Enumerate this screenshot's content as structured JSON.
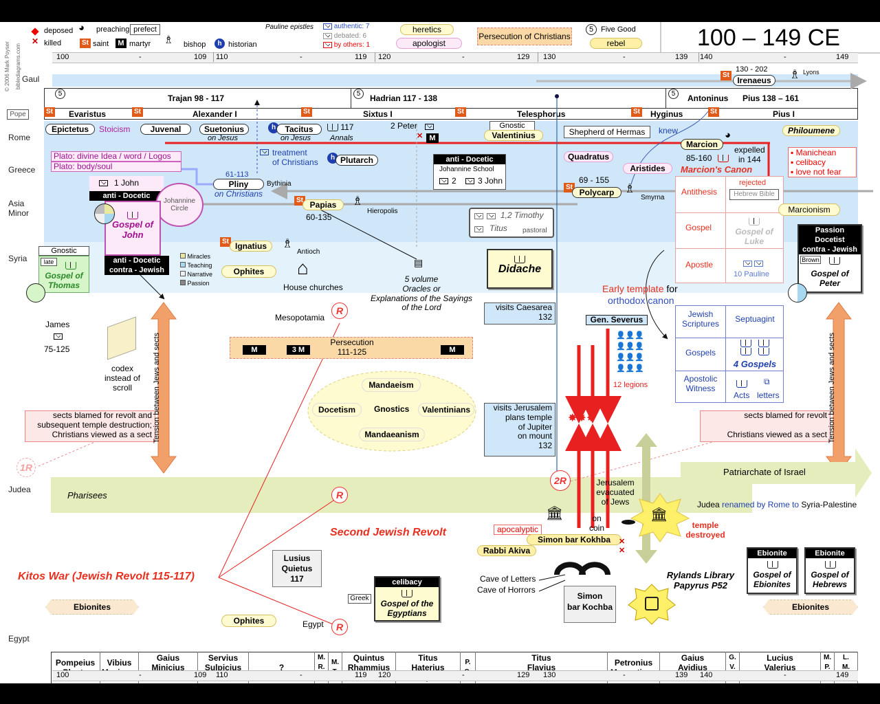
{
  "header": {
    "copyright": "© 2006 Mark Poyser",
    "site": "biblediagrams.com",
    "title": "100 – 149 CE"
  },
  "legend": {
    "deposed": "deposed",
    "killed": "killed",
    "preaching": "preaching",
    "prefect": "prefect",
    "saint": "saint",
    "martyr": "martyr",
    "bishop": "bishop",
    "historian": "historian",
    "pauline_epistles": "Pauline epistles",
    "authentic": "authentic: 7",
    "debated": "debated:  6",
    "by_others": "by others: 1",
    "heretics": "heretics",
    "apologist": "apologist",
    "persecution": "Persecution of Christians",
    "five_good_num": "5",
    "five_good": "Five Good",
    "rebel": "rebel"
  },
  "ruler": [
    "100",
    "109",
    "110",
    "119",
    "120",
    "129",
    "130",
    "139",
    "140",
    "149"
  ],
  "ruler_dash": "-",
  "regions": [
    "Gaul",
    "Pope",
    "Rome",
    "Greece",
    "Asia\nMinor",
    "Syria",
    "Judea",
    "Egypt"
  ],
  "emperors": [
    {
      "num": "5",
      "name": "Trajan 98 - 117"
    },
    {
      "num": "5",
      "name": "Hadrian 117 - 138"
    },
    {
      "num": "5",
      "name": "Antoninus"
    },
    {
      "num": "",
      "name": "Pius   138 – 161"
    }
  ],
  "popes": [
    "Evaristus",
    "Alexander I",
    "Sixtus I",
    "Telesphorus",
    "Hyginus",
    "Pius I"
  ],
  "st": "St",
  "m": "M",
  "r": "R",
  "h": "h",
  "gaul": {
    "irenaeus": "Irenaeus",
    "irenaeus_dates": "130 - 202",
    "lyons": "Lyons"
  },
  "rome": {
    "epictetus": "Epictetus",
    "stoicism": "Stoicism",
    "juvenal": "Juvenal",
    "suetonius": "Suetonius",
    "on_jesus": "on Jesus",
    "tacitus": "Tacitus",
    "tacitus_on": "on Jesus",
    "annals_num": "117",
    "annals": "Annals",
    "peter2": "2 Peter",
    "gnostic": "Gnostic",
    "valentinius": "Valentinius",
    "shepherd": "Shepherd of Hermas",
    "knew": "knew",
    "marcion": "Marcion",
    "philoumene": "Philoumene",
    "expelled": "expelled\nin 144"
  },
  "greece": {
    "plato1": "Plato: divine Idea / word / Logos",
    "plato2": "Plato: body/soul",
    "treatment": "treatment\nof Christians",
    "plutarch": "Plutarch",
    "anti_docetic": "anti - Docetic",
    "johannine_school": "Johannine School",
    "j2": "2",
    "j3": "3 John",
    "quadratus": "Quadratus",
    "aristides": "Aristides",
    "marcion_dates": "85-160",
    "marcions_canon": "Marcion's Canon",
    "manichean": "▪ Manichean",
    "celibacy": "▪ celibacy",
    "love": "▪ love not fear"
  },
  "asia": {
    "john1": "1 John",
    "anti_docetic": "anti - Docetic",
    "johannine_circle": "Johannine\nCircle",
    "gospel_john": "Gospel of\nJohn",
    "pliny_dates": "61-113",
    "pliny": "Pliny",
    "bythinia": "Bythinia",
    "on_christians": "on Christians",
    "papias": "Papias",
    "papias_dates": "60-135",
    "hieropolis": "Hieropolis",
    "timothy": "1,2 Timothy",
    "titus": "Titus",
    "pastoral": "pastoral",
    "polycarp_dates": "69 - 155",
    "polycarp": "Polycarp",
    "smyrna": "Smyrna",
    "antithesis": "Antithesis",
    "rejected": "rejected",
    "hebrew_bible": "Hebrew Bible",
    "gospel": "Gospel",
    "gospel_luke": "Gospel of\nLuke",
    "apostle": "Apostle",
    "pauline10": "10 Pauline",
    "marcionism": "Marcionism"
  },
  "syria": {
    "gnostic": "Gnostic",
    "late": "late",
    "gospel_thomas": "Gospel of\nThomas",
    "anti_docetic": "anti - Docetic",
    "contra_jewish": "contra - Jewish",
    "miracles": "Miracles",
    "teaching": "Teaching",
    "narrative": "Narrative",
    "passion": "Passion",
    "ignatius": "Ignatius",
    "antioch": "Antioch",
    "ophites": "Ophites",
    "house_churches": "House churches",
    "oracles": "5 volume\nOracles or\nExplanations of the Sayings\nof the Lord",
    "didache": "Didache",
    "passion_hdr": "Passion",
    "docetist": "Docetist",
    "contra_jewish2": "contra - Jewish",
    "brown": "Brown",
    "gospel_peter": "Gospel of\nPeter",
    "early_template": "Early template",
    "for": " for",
    "orthodox_canon": "orthodox canon"
  },
  "middle": {
    "james": "James",
    "james_dates": "75-125",
    "codex": "codex\ninstead of\nscroll",
    "mesopotamia": "Mesopotamia",
    "persecution": "Persecution\n111-125",
    "m3": "3 M",
    "visits_caesarea": "visits Caesarea\n132",
    "gen_severus": "Gen. Severus",
    "legions": "12 legions",
    "jewish_scriptures": "Jewish\nScriptures",
    "septuagint": "Septuagint",
    "gospels": "Gospels",
    "four_gospels": "4 Gospels",
    "apostolic_witness": "Apostolic\nWitness",
    "acts": "Acts",
    "letters": "letters",
    "mandaeism": "Mandaeism",
    "docetism": "Docetism",
    "gnostics": "Gnostics",
    "valentinians": "Valentinians",
    "mandaeanism": "Mandaeanism",
    "visits_jerusalem": "visits Jerusalem\nplans temple\nof Jupiter\non mount\n132",
    "sects_blamed_left": "sects blamed for revolt and\nsubsequent temple destruction;\nChristians viewed as a sect",
    "sects_blamed_right": "sects blamed for revolt\n\nChristians viewed as a sect",
    "tension": "Tension between Jews and sects"
  },
  "judea": {
    "r1": "1R",
    "pharisees": "Pharisees",
    "r2": "2R",
    "patriarchate": "Patriarchate of Israel",
    "jerusalem": "Jerusalem\nevacuated\nof Jews",
    "renamed_a": "Judea ",
    "renamed_b": "renamed by Rome to",
    "renamed_c": " Syria-Palestine",
    "temple": "temple\ndestroyed",
    "second_revolt": "Second Jewish Revolt",
    "apocalyptic": "apocalyptic",
    "on_coin": "on\ncoin",
    "bar_kokhba": "Simon bar Kokhba",
    "rabbi_akiva": "Rabbi Akiva",
    "lusius": "Lusius\nQuietus\n117",
    "kitos": "Kitos War (Jewish Revolt 115-117)",
    "cave_letters": "Cave of Letters",
    "cave_horrors": "Cave of Horrors",
    "simon_box": "Simon\nbar Kochba",
    "rylands": "Rylands Library\nPapyrus P52",
    "ebionite": "Ebionite",
    "gospel_ebionites": "Gospel of\nEbionites",
    "gospel_hebrews": "Gospel of\nHebrews",
    "ebionites": "Ebionites",
    "celibacy": "celibacy",
    "greek": "Greek",
    "gospel_egyptians": "Gospel of the\nEgyptians",
    "ophites": "Ophites",
    "egypt_label": "Egypt"
  },
  "governors": [
    "Pompeius\nPlanta",
    "Vibius\nMaximus",
    "Gaius\nMinicius\nItalus",
    "Servius\nSulpicius\nSimius",
    "?",
    "M.\nR.\nL.",
    "M.\nT.",
    "Quintus\nRhammius\nMartialis",
    "Titus\nHaterius\nNepos",
    "P.\nQ.",
    "Titus\nFlavius\nTitianus",
    "Petronius\nMamertinus",
    "Gaius\nAvidius\nHeliodorus",
    "G.\nV.\nA.",
    "Lucius\nValerius\nProculus",
    "M.\nP.\nH.",
    "L.\nM.\nF."
  ],
  "colors": {
    "asia_band": "#cfe7f8",
    "light_band": "#e4f3fb",
    "judea_band": "#e6edbc",
    "orange": "#f2a06a",
    "red": "#e82020",
    "saint": "#e05a1a"
  }
}
